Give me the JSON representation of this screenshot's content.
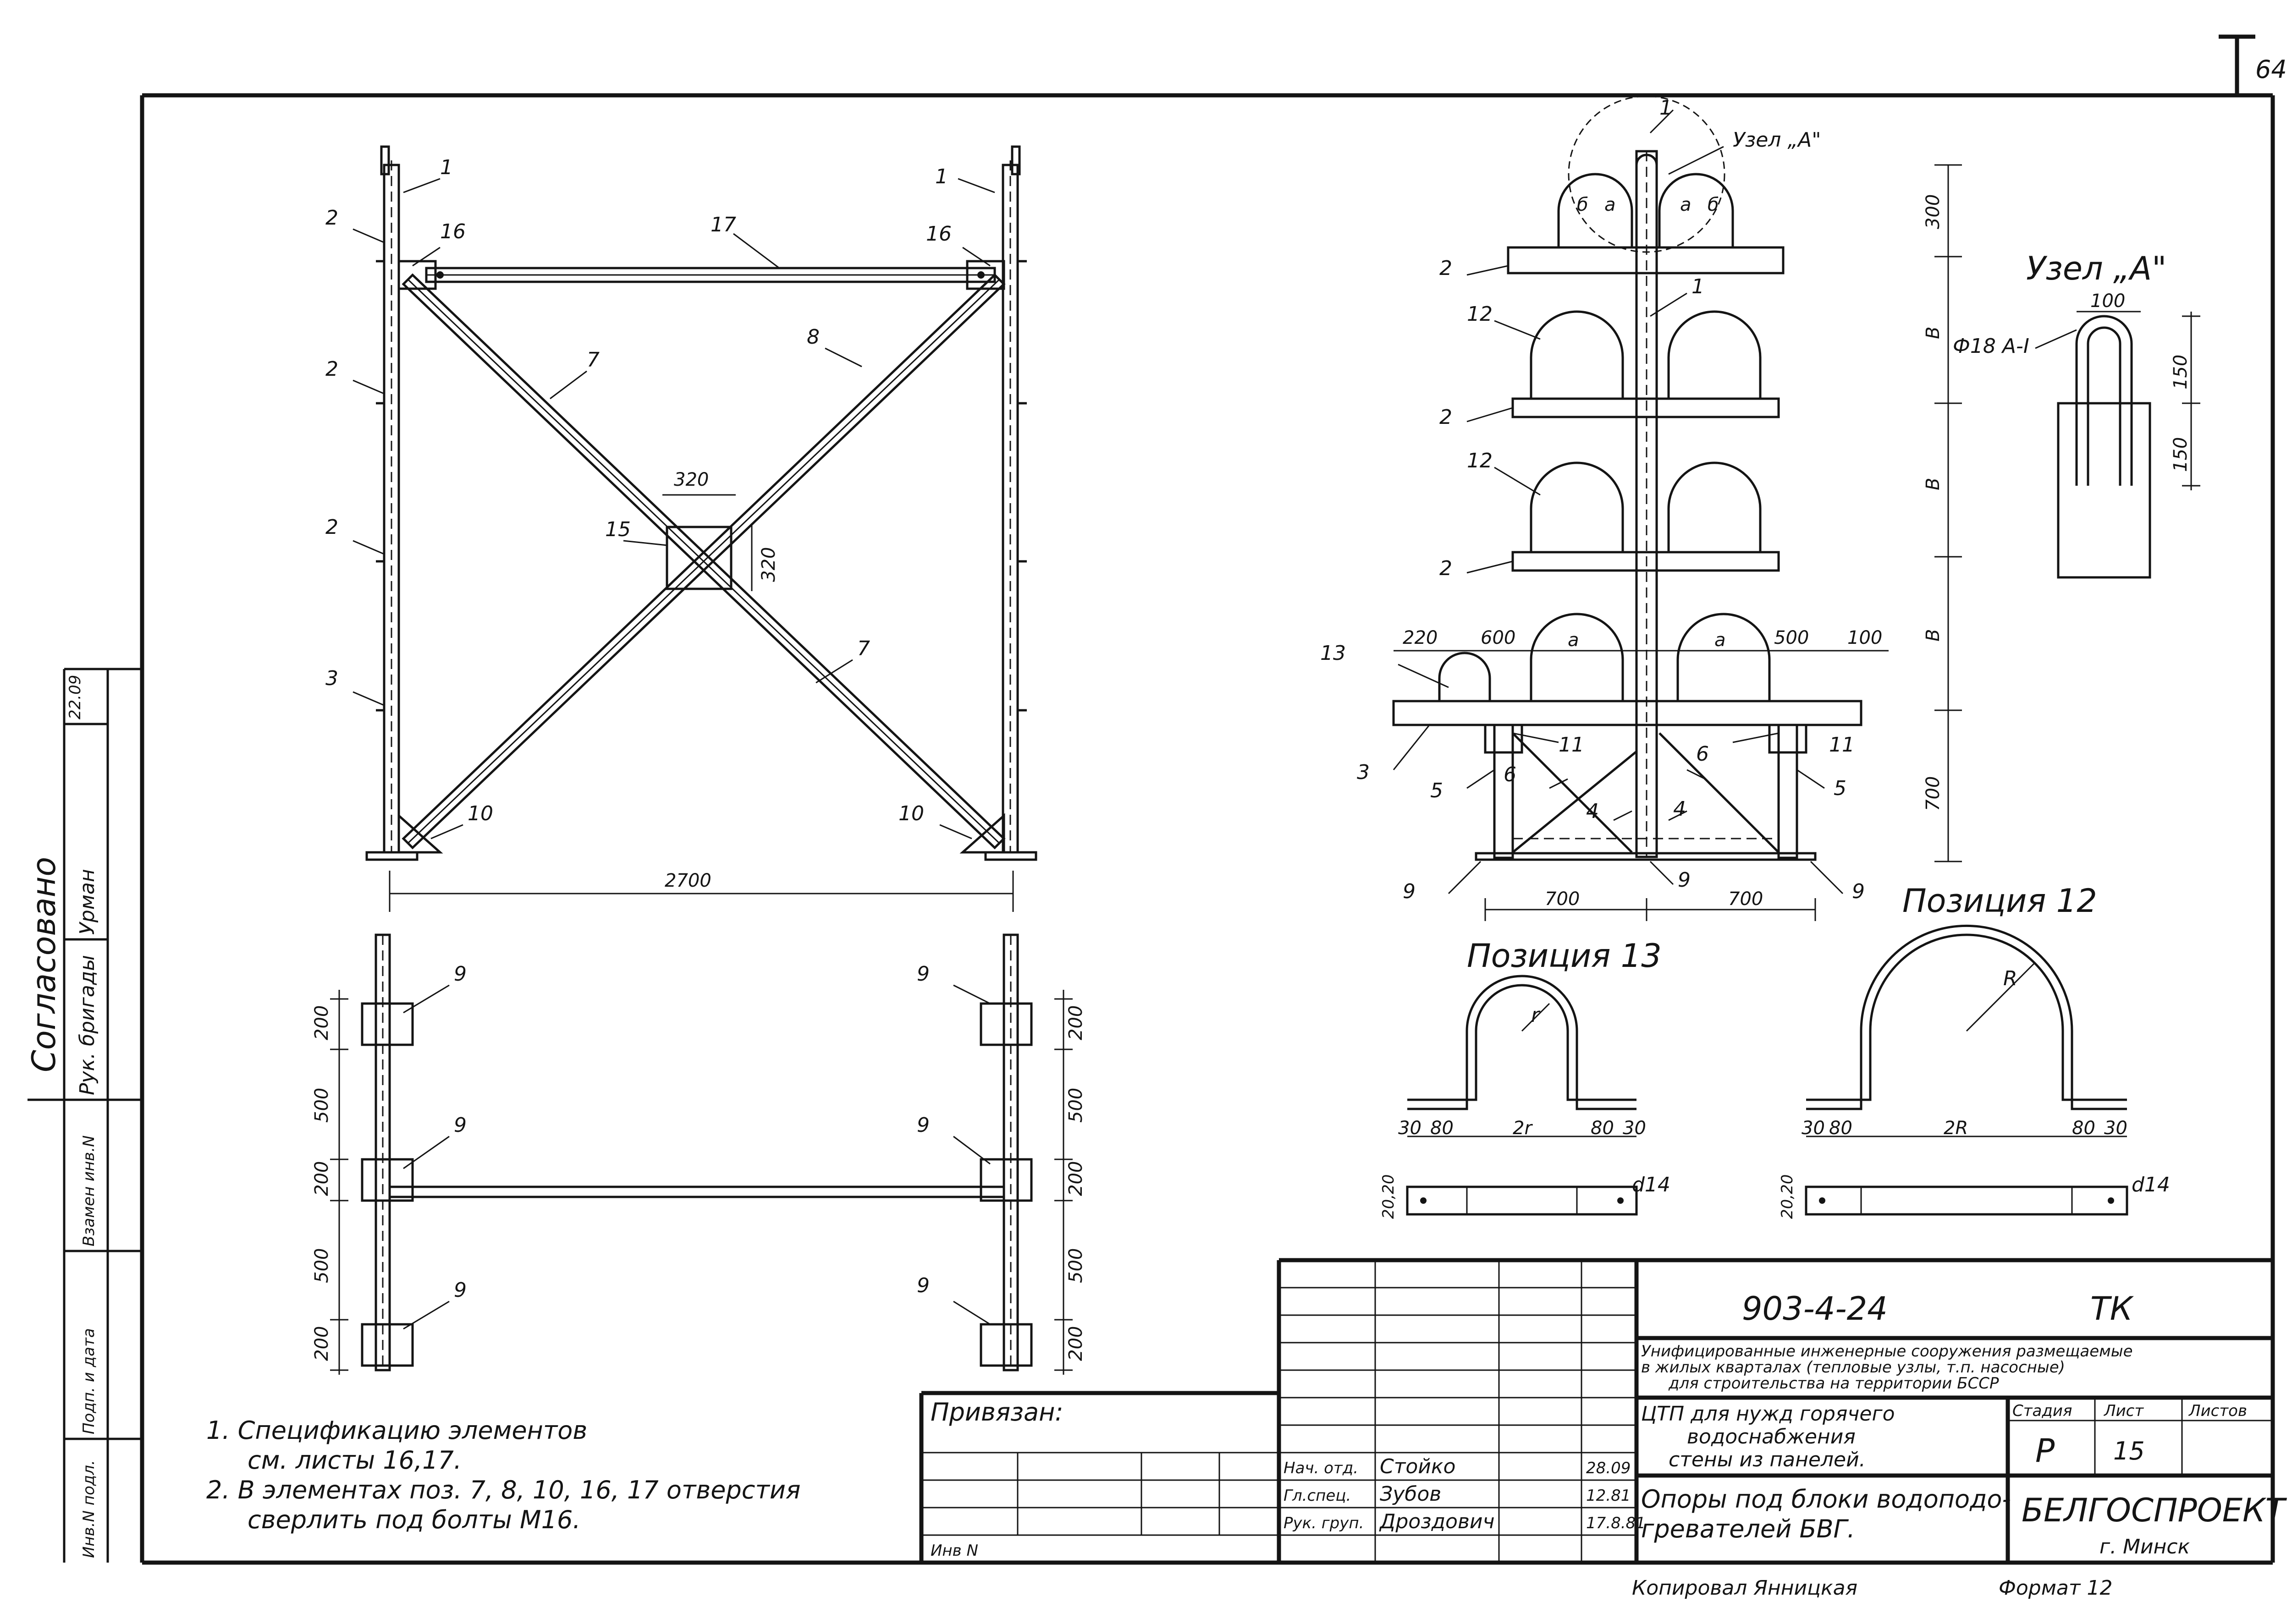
{
  "sheet_number": "64",
  "side_stamp": {
    "agreed_title": "Согласовано",
    "signature_date": "22.09",
    "rows": [
      {
        "role": "Рук. бригады",
        "name": "Урман"
      }
    ],
    "inv_labels": [
      "Взамен инв.N",
      "Подп. и дата",
      "Инв.N подл."
    ]
  },
  "frame_front": {
    "labels": [
      "1",
      "1",
      "2",
      "2",
      "2",
      "3",
      "16",
      "16",
      "17",
      "8",
      "7",
      "7",
      "15",
      "10",
      "10"
    ],
    "plate_dims": [
      "320",
      "320"
    ],
    "overall_width": "2700"
  },
  "frame_plan": {
    "labels": [
      "9",
      "9",
      "9",
      "9",
      "9",
      "9"
    ],
    "dims_left": [
      "200",
      "500",
      "200",
      "500",
      "200"
    ],
    "dims_right": [
      "200",
      "500",
      "200",
      "500",
      "200"
    ]
  },
  "support_side": {
    "labels": [
      "1",
      "2",
      "1",
      "12",
      "2",
      "12",
      "2",
      "13",
      "3",
      "5",
      "6",
      "4",
      "11",
      "11",
      "6",
      "4",
      "5",
      "9",
      "9",
      "9"
    ],
    "node_label": "Узел „А\"",
    "letters": [
      "б",
      "а",
      "а",
      "б",
      "а",
      "а"
    ],
    "top_dims": [
      "220",
      "600",
      "500",
      "100"
    ],
    "bottom_dims": [
      "700",
      "700"
    ],
    "vertical_dims": [
      "300",
      "В",
      "В",
      "В",
      "700"
    ]
  },
  "node_a": {
    "title": "Узел „А\"",
    "rod": "Ф18 А-I",
    "dim_width": "100",
    "dim_h1": "150",
    "dim_h2": "150"
  },
  "position_13": {
    "title": "Позиция 13",
    "radius": "r",
    "dims": [
      "30",
      "80",
      "2r",
      "80",
      "30"
    ],
    "hole": "d14",
    "side_dims": "20,20"
  },
  "position_12": {
    "title": "Позиция 12",
    "radius": "R",
    "dims": [
      "30",
      "80",
      "2R",
      "80",
      "30"
    ],
    "hole": "d14",
    "side_dims": "20,20"
  },
  "notes": [
    "1. Спецификацию элементов",
    "см. листы 16,17.",
    "2. В элементах поз. 7, 8, 10, 16, 17 отверстия",
    "сверлить под болты М16."
  ],
  "title_block": {
    "project_code": "903-4-24",
    "mark": "ТК",
    "project_title_1": "Унифицированные инженерные сооружения размещаемые",
    "project_title_2": "в жилых кварталах (тепловые узлы, т.п. насосные)",
    "project_title_3": "для строительства на территории БССР",
    "object_1": "ЦТП для нужд горячего",
    "object_2": "водоснабжения",
    "object_3": "стены из панелей.",
    "sheet_title_1": "Опоры под блоки водоподо-",
    "sheet_title_2": "гревателей БВГ.",
    "stage_label": "Стадия",
    "sheet_label": "Лист",
    "sheets_label": "Листов",
    "stage": "Р",
    "sheet": "15",
    "org": "БЕЛГОСПРОЕКТ",
    "city": "г. Минск",
    "tied_label": "Привязан:",
    "inv_label": "Инв N",
    "staff": [
      {
        "role": "Нач. отд.",
        "name": "Стойко",
        "date": "28.09"
      },
      {
        "role": "Гл.спец.",
        "name": "Зубов",
        "date": "12.81"
      },
      {
        "role": "Рук. груп.",
        "name": "Дроздович",
        "date": "17.8.81"
      }
    ]
  },
  "footer": {
    "copied": "Копировал Янницкая",
    "format": "Формат 12"
  }
}
